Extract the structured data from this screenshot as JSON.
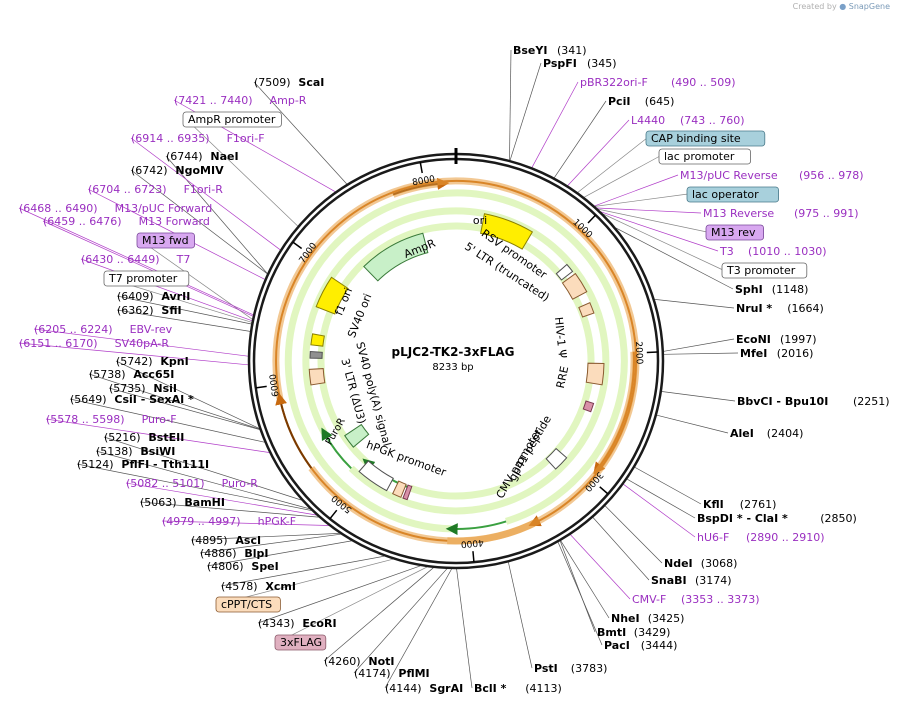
{
  "plasmid": {
    "name": "pLJC2-TK2-3xFLAG",
    "length_label": "8233 bp",
    "length": 8233
  },
  "credit": {
    "prefix": "Created by",
    "brand": "SnapGene"
  },
  "ticks": [
    {
      "pos": 1000,
      "label": "1000"
    },
    {
      "pos": 2000,
      "label": "2000"
    },
    {
      "pos": 3000,
      "label": "3000"
    },
    {
      "pos": 4000,
      "label": "4000"
    },
    {
      "pos": 5000,
      "label": "5000"
    },
    {
      "pos": 6000,
      "label": "6000"
    },
    {
      "pos": 7000,
      "label": "7000"
    },
    {
      "pos": 8000,
      "label": "8000"
    }
  ],
  "site_labels": [
    {
      "name": "BseYI",
      "pos": "(341)",
      "kind": "enzyme"
    },
    {
      "name": "PspFI",
      "pos": "(345)",
      "kind": "enzyme"
    },
    {
      "name": "pBR322ori-F",
      "pos": "(490 .. 509)",
      "kind": "primer"
    },
    {
      "name": "PciI",
      "pos": "(645)",
      "kind": "enzyme"
    },
    {
      "name": "L4440",
      "pos": "(743 .. 760)",
      "kind": "primer"
    },
    {
      "name": "CAP binding site",
      "pos": "",
      "kind": "box-blue"
    },
    {
      "name": "lac promoter",
      "pos": "",
      "kind": "box-white"
    },
    {
      "name": "M13/pUC Reverse",
      "pos": "(956 .. 978)",
      "kind": "primer"
    },
    {
      "name": "lac operator",
      "pos": "",
      "kind": "box-blue"
    },
    {
      "name": "M13 Reverse",
      "pos": "(975 .. 991)",
      "kind": "primer"
    },
    {
      "name": "M13 rev",
      "pos": "",
      "kind": "box-purple"
    },
    {
      "name": "T3",
      "pos": "(1010 .. 1030)",
      "kind": "primer"
    },
    {
      "name": "T3 promoter",
      "pos": "",
      "kind": "box-white"
    },
    {
      "name": "SphI",
      "pos": "(1148)",
      "kind": "enzyme"
    },
    {
      "name": "NruI *",
      "pos": "(1664)",
      "kind": "enzyme"
    },
    {
      "name": "EcoNI",
      "pos": "(1997)",
      "kind": "enzyme"
    },
    {
      "name": "MfeI",
      "pos": "(2016)",
      "kind": "enzyme"
    },
    {
      "name": "BbvCI  - Bpu10I",
      "pos": "(2251)",
      "kind": "enzyme"
    },
    {
      "name": "AleI",
      "pos": "(2404)",
      "kind": "enzyme"
    },
    {
      "name": "KflI",
      "pos": "(2761)",
      "kind": "enzyme"
    },
    {
      "name": "BspDI * - ClaI *",
      "pos": "(2850)",
      "kind": "enzyme"
    },
    {
      "name": "hU6-F",
      "pos": "(2890 .. 2910)",
      "kind": "primer"
    },
    {
      "name": "NdeI",
      "pos": "(3068)",
      "kind": "enzyme"
    },
    {
      "name": "SnaBI",
      "pos": "(3174)",
      "kind": "enzyme"
    },
    {
      "name": "CMV-F",
      "pos": "(3353 .. 3373)",
      "kind": "primer"
    },
    {
      "name": "NheI",
      "pos": "(3425)",
      "kind": "enzyme"
    },
    {
      "name": "BmtI",
      "pos": "(3429)",
      "kind": "enzyme"
    },
    {
      "name": "PacI",
      "pos": "(3444)",
      "kind": "enzyme"
    },
    {
      "name": "PstI",
      "pos": "(3783)",
      "kind": "enzyme"
    },
    {
      "name": "BclI *",
      "pos": "(4113)",
      "kind": "enzyme"
    },
    {
      "name": "SgrAI",
      "pos": "(4144)",
      "kind": "enzyme"
    },
    {
      "name": "PflMI",
      "pos": "(4174)",
      "kind": "enzyme"
    },
    {
      "name": "NotI",
      "pos": "(4260)",
      "kind": "enzyme"
    },
    {
      "name": "3xFLAG",
      "pos": "",
      "kind": "box-pink"
    },
    {
      "name": "EcoRI",
      "pos": "(4343)",
      "kind": "enzyme"
    },
    {
      "name": "cPPT/CTS",
      "pos": "",
      "kind": "box-orange"
    },
    {
      "name": "XcmI",
      "pos": "(4578)",
      "kind": "enzyme"
    },
    {
      "name": "SpeI",
      "pos": "(4806)",
      "kind": "enzyme"
    },
    {
      "name": "BlpI",
      "pos": "(4886)",
      "kind": "enzyme"
    },
    {
      "name": "AscI",
      "pos": "(4895)",
      "kind": "enzyme"
    },
    {
      "name": "hPGK-F",
      "pos": "(4979 .. 4997)",
      "kind": "primer"
    },
    {
      "name": "BamHI",
      "pos": "(5063)",
      "kind": "enzyme"
    },
    {
      "name": "Puro-R",
      "pos": "(5082 .. 5101)",
      "kind": "primer"
    },
    {
      "name": "PflFI  - Tth111I",
      "pos": "(5124)",
      "kind": "enzyme"
    },
    {
      "name": "BsiWI",
      "pos": "(5138)",
      "kind": "enzyme"
    },
    {
      "name": "BstEII",
      "pos": "(5216)",
      "kind": "enzyme"
    },
    {
      "name": "Puro-F",
      "pos": "(5578 .. 5598)",
      "kind": "primer"
    },
    {
      "name": "CsiI  - SexAI *",
      "pos": "(5649)",
      "kind": "enzyme"
    },
    {
      "name": "NsiI",
      "pos": "(5735)",
      "kind": "enzyme"
    },
    {
      "name": "Acc65I",
      "pos": "(5738)",
      "kind": "enzyme"
    },
    {
      "name": "KpnI",
      "pos": "(5742)",
      "kind": "enzyme"
    },
    {
      "name": "SV40pA-R",
      "pos": "(6151 .. 6170)",
      "kind": "primer"
    },
    {
      "name": "EBV-rev",
      "pos": "(6205 .. 6224)",
      "kind": "primer"
    },
    {
      "name": "SfiI",
      "pos": "(6362)",
      "kind": "enzyme"
    },
    {
      "name": "AvrII",
      "pos": "(6409)",
      "kind": "enzyme"
    },
    {
      "name": "T7 promoter",
      "pos": "",
      "kind": "box-white"
    },
    {
      "name": "T7",
      "pos": "(6430 .. 6449)",
      "kind": "primer"
    },
    {
      "name": "M13 fwd",
      "pos": "",
      "kind": "box-purple"
    },
    {
      "name": "M13 Forward",
      "pos": "(6459 .. 6476)",
      "kind": "primer"
    },
    {
      "name": "M13/pUC Forward",
      "pos": "(6468 .. 6490)",
      "kind": "primer"
    },
    {
      "name": "F1ori-R",
      "pos": "(6704 .. 6723)",
      "kind": "primer"
    },
    {
      "name": "NgoMIV",
      "pos": "(6742)",
      "kind": "enzyme"
    },
    {
      "name": "NaeI",
      "pos": "(6744)",
      "kind": "enzyme"
    },
    {
      "name": "F1ori-F",
      "pos": "(6914 .. 6935)",
      "kind": "primer"
    },
    {
      "name": "AmpR promoter",
      "pos": "",
      "kind": "box-white"
    },
    {
      "name": "Amp-R",
      "pos": "(7421 .. 7440)",
      "kind": "primer"
    },
    {
      "name": "ScaI",
      "pos": "(7509)",
      "kind": "enzyme"
    }
  ],
  "feature_labels": [
    {
      "text": "ori"
    },
    {
      "text": "AmpR"
    },
    {
      "text": "f1 ori"
    },
    {
      "text": "SV40 ori"
    },
    {
      "text": "RSV promoter"
    },
    {
      "text": "5' LTR (truncated)"
    },
    {
      "text": "HIV-1 Ψ"
    },
    {
      "text": "RRE"
    },
    {
      "text": "gp41 peptide"
    },
    {
      "text": "CMV promoter"
    },
    {
      "text": "SV40 poly(A) signal"
    },
    {
      "text": "3' LTR (ΔU3)"
    },
    {
      "text": "hPGK promoter"
    },
    {
      "text": "PuroR"
    }
  ],
  "colors": {
    "backbone": "#1a1a1a",
    "enzyme": "#000000",
    "primer": "#b03cc8",
    "primer_text": "#9a2fc0",
    "ori": "#ffee00",
    "ampr": "#c8f0c8",
    "promoter_white": "#ffffff",
    "ltr": "#fbdcbc",
    "orange_band": "#e89a3a",
    "green_band": "#3aa040",
    "cap_box": "#a8d0dc",
    "m13_box": "#d8a8f0",
    "flag_box": "#e0b0c0",
    "cppt_box": "#fbdcbc"
  }
}
